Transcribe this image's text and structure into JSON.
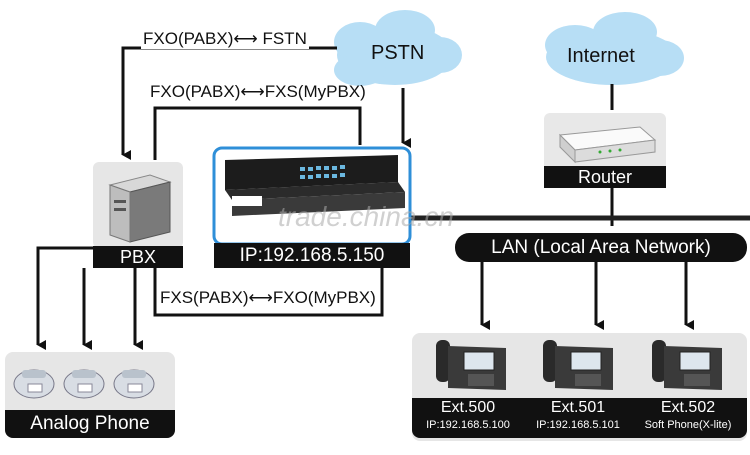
{
  "connections": {
    "pabx_pstn": "FXO(PABX)⟷ FSTN",
    "pabx_mypbx": "FXO(PABX)⟷FXS(MyPBX)",
    "fxs_fxo": "FXS(PABX)⟷FXO(MyPBX)"
  },
  "clouds": {
    "pstn": "PSTN",
    "internet": "Internet"
  },
  "devices": {
    "pbx": "PBX",
    "mypbx_ip": "IP:192.168.5.150",
    "router": "Router",
    "lan": "LAN (Local Area Network)",
    "analog_phone": "Analog Phone"
  },
  "extensions": [
    {
      "name": "Ext.500",
      "detail": "IP:192.168.5.100"
    },
    {
      "name": "Ext.501",
      "detail": "IP:192.168.5.101"
    },
    {
      "name": "Ext.502",
      "detail": "Soft Phone(X-lite)"
    }
  ],
  "watermark": "trade.china.cn",
  "colors": {
    "bar": "#111111",
    "cloud": "#b7def5",
    "panel": "#e6e6e6",
    "device_border": "#2f8fd8"
  }
}
